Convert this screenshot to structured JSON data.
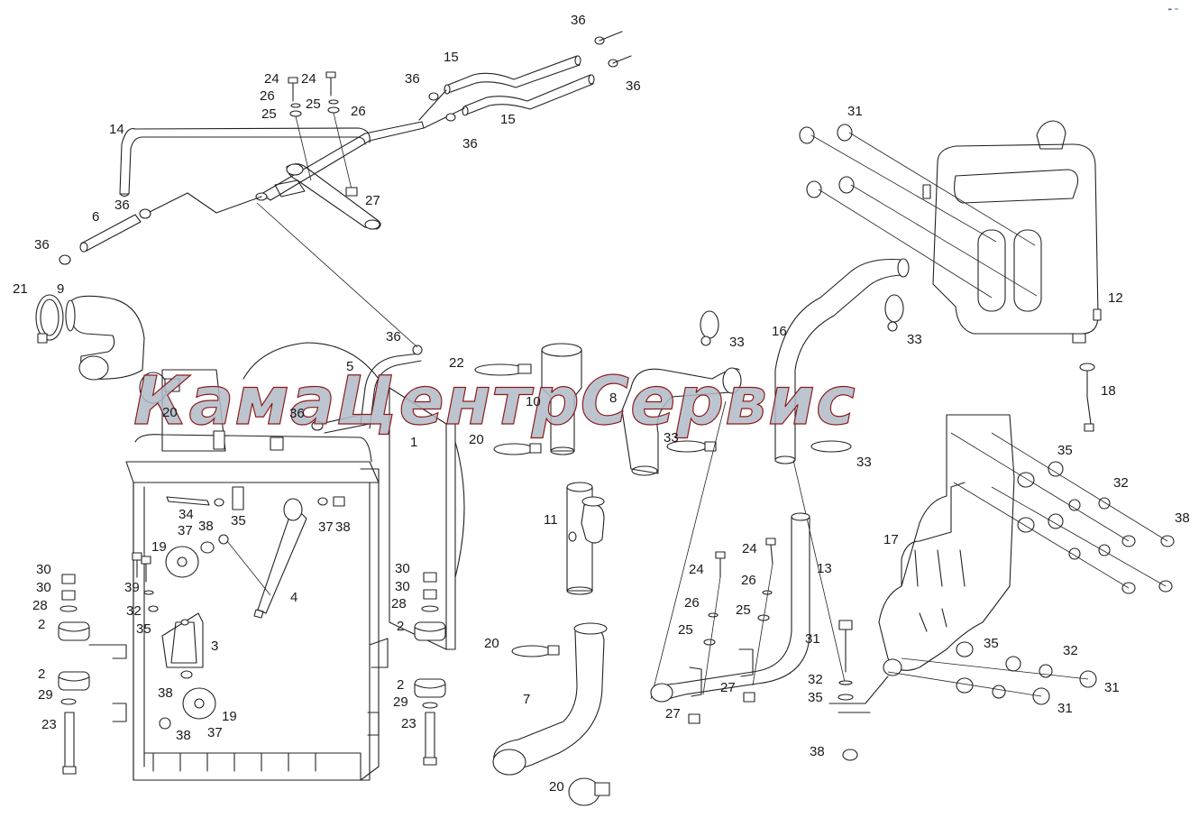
{
  "watermark": {
    "text": "КамаЦентрСервис"
  },
  "corner_mark": "▬ ═",
  "callouts": [
    {
      "id": "c36a",
      "text": "36"
    },
    {
      "id": "c15a",
      "text": "15"
    },
    {
      "id": "c36b",
      "text": "36"
    },
    {
      "id": "c36c",
      "text": "36"
    },
    {
      "id": "c15b",
      "text": "15"
    },
    {
      "id": "c36d",
      "text": "36"
    },
    {
      "id": "c24a",
      "text": "24"
    },
    {
      "id": "c24b",
      "text": "24"
    },
    {
      "id": "c26a",
      "text": "26"
    },
    {
      "id": "c25a",
      "text": "25"
    },
    {
      "id": "c25b",
      "text": "25"
    },
    {
      "id": "c26b",
      "text": "26"
    },
    {
      "id": "c27a",
      "text": "27"
    },
    {
      "id": "c14",
      "text": "14"
    },
    {
      "id": "c36e",
      "text": "36"
    },
    {
      "id": "c6",
      "text": "6"
    },
    {
      "id": "c36f",
      "text": "36"
    },
    {
      "id": "c21",
      "text": "21"
    },
    {
      "id": "c9",
      "text": "9"
    },
    {
      "id": "c36g",
      "text": "36"
    },
    {
      "id": "c5",
      "text": "5"
    },
    {
      "id": "c20a",
      "text": "20"
    },
    {
      "id": "c36h",
      "text": "36"
    },
    {
      "id": "c1",
      "text": "1"
    },
    {
      "id": "c22",
      "text": "22"
    },
    {
      "id": "c10",
      "text": "10"
    },
    {
      "id": "c8",
      "text": "8"
    },
    {
      "id": "c20b",
      "text": "20"
    },
    {
      "id": "c33a",
      "text": "33"
    },
    {
      "id": "c33b",
      "text": "33"
    },
    {
      "id": "c16",
      "text": "16"
    },
    {
      "id": "c33c",
      "text": "33"
    },
    {
      "id": "c33d",
      "text": "33"
    },
    {
      "id": "c31a",
      "text": "31"
    },
    {
      "id": "c12",
      "text": "12"
    },
    {
      "id": "c18",
      "text": "18"
    },
    {
      "id": "c34",
      "text": "34"
    },
    {
      "id": "c35a",
      "text": "35"
    },
    {
      "id": "c37a",
      "text": "37"
    },
    {
      "id": "c38a",
      "text": "38"
    },
    {
      "id": "c37b",
      "text": "37"
    },
    {
      "id": "c38b",
      "text": "38"
    },
    {
      "id": "c19a",
      "text": "19"
    },
    {
      "id": "c4",
      "text": "4"
    },
    {
      "id": "c11",
      "text": "11"
    },
    {
      "id": "c30a",
      "text": "30"
    },
    {
      "id": "c30b",
      "text": "30"
    },
    {
      "id": "c28a",
      "text": "28"
    },
    {
      "id": "c2a",
      "text": "2"
    },
    {
      "id": "c39",
      "text": "39"
    },
    {
      "id": "c32a",
      "text": "32"
    },
    {
      "id": "c35b",
      "text": "35"
    },
    {
      "id": "c3",
      "text": "3"
    },
    {
      "id": "c2b",
      "text": "2"
    },
    {
      "id": "c29a",
      "text": "29"
    },
    {
      "id": "c38c",
      "text": "38"
    },
    {
      "id": "c19b",
      "text": "19"
    },
    {
      "id": "c23a",
      "text": "23"
    },
    {
      "id": "c38d",
      "text": "38"
    },
    {
      "id": "c37c",
      "text": "37"
    },
    {
      "id": "c30c",
      "text": "30"
    },
    {
      "id": "c30d",
      "text": "30"
    },
    {
      "id": "c28b",
      "text": "28"
    },
    {
      "id": "c2c",
      "text": "2"
    },
    {
      "id": "c2d",
      "text": "2"
    },
    {
      "id": "c29b",
      "text": "29"
    },
    {
      "id": "c23b",
      "text": "23"
    },
    {
      "id": "c20c",
      "text": "20"
    },
    {
      "id": "c7",
      "text": "7"
    },
    {
      "id": "c20d",
      "text": "20"
    },
    {
      "id": "c24c",
      "text": "24"
    },
    {
      "id": "c24d",
      "text": "24"
    },
    {
      "id": "c13",
      "text": "13"
    },
    {
      "id": "c26c",
      "text": "26"
    },
    {
      "id": "c26d",
      "text": "26"
    },
    {
      "id": "c25c",
      "text": "25"
    },
    {
      "id": "c25d",
      "text": "25"
    },
    {
      "id": "c27b",
      "text": "27"
    },
    {
      "id": "c27c",
      "text": "27"
    },
    {
      "id": "c35c",
      "text": "35"
    },
    {
      "id": "c32b",
      "text": "32"
    },
    {
      "id": "c38e",
      "text": "38"
    },
    {
      "id": "c17",
      "text": "17"
    },
    {
      "id": "c31b",
      "text": "31"
    },
    {
      "id": "c35d",
      "text": "35"
    },
    {
      "id": "c32c",
      "text": "32"
    },
    {
      "id": "c31c",
      "text": "31"
    },
    {
      "id": "c32d",
      "text": "32"
    },
    {
      "id": "c35e",
      "text": "35"
    },
    {
      "id": "c31d",
      "text": "31"
    },
    {
      "id": "c38f",
      "text": "38"
    }
  ]
}
